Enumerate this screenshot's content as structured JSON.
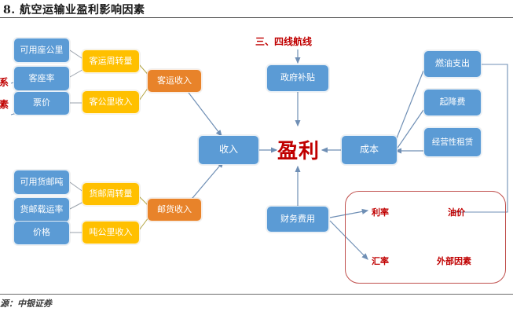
{
  "header": {
    "title": "8. 航空运输业盈利影响因素"
  },
  "footer": {
    "source": "源：中银证券"
  },
  "diagram": {
    "passenger_branch": {
      "inputs": [
        {
          "label": "可用座公里"
        },
        {
          "label": "客座率"
        },
        {
          "label": "票价"
        }
      ],
      "mid": [
        {
          "label": "客运周转量"
        },
        {
          "label": "客公里收入"
        }
      ],
      "output": {
        "label": "客运收入"
      }
    },
    "cargo_branch": {
      "inputs": [
        {
          "label": "可用货邮吨"
        },
        {
          "label": "货邮载运率"
        },
        {
          "label": "价格"
        }
      ],
      "mid": [
        {
          "label": "货邮周转量"
        },
        {
          "label": "吨公里收入"
        }
      ],
      "output": {
        "label": "邮货收入"
      }
    },
    "edge_labels": [
      {
        "label": "系"
      },
      {
        "label": "素"
      }
    ],
    "core": {
      "revenue": {
        "label": "收入"
      },
      "profit": {
        "label": "盈利"
      },
      "cost": {
        "label": "成本"
      },
      "subsidy": {
        "label": "政府补贴"
      },
      "subsidy_source": {
        "label": "三、四线航线"
      },
      "finance_expense": {
        "label": "财务费用"
      }
    },
    "cost_items": [
      {
        "label": "燃油支出"
      },
      {
        "label": "起降费"
      },
      {
        "label": "经营性租赁"
      }
    ],
    "external": {
      "frame_title": "外部因素",
      "items": [
        {
          "label": "利率"
        },
        {
          "label": "油价"
        },
        {
          "label": "汇率"
        }
      ]
    }
  },
  "colors": {
    "blue": "#5b9bd5",
    "gold": "#ffc000",
    "orange": "#e8832a",
    "red": "#c00000",
    "frame_red": "#c0504d",
    "connector": "#6f8fb5",
    "connector_gray": "#9aa2ab",
    "connector_olive": "#b5a642"
  }
}
